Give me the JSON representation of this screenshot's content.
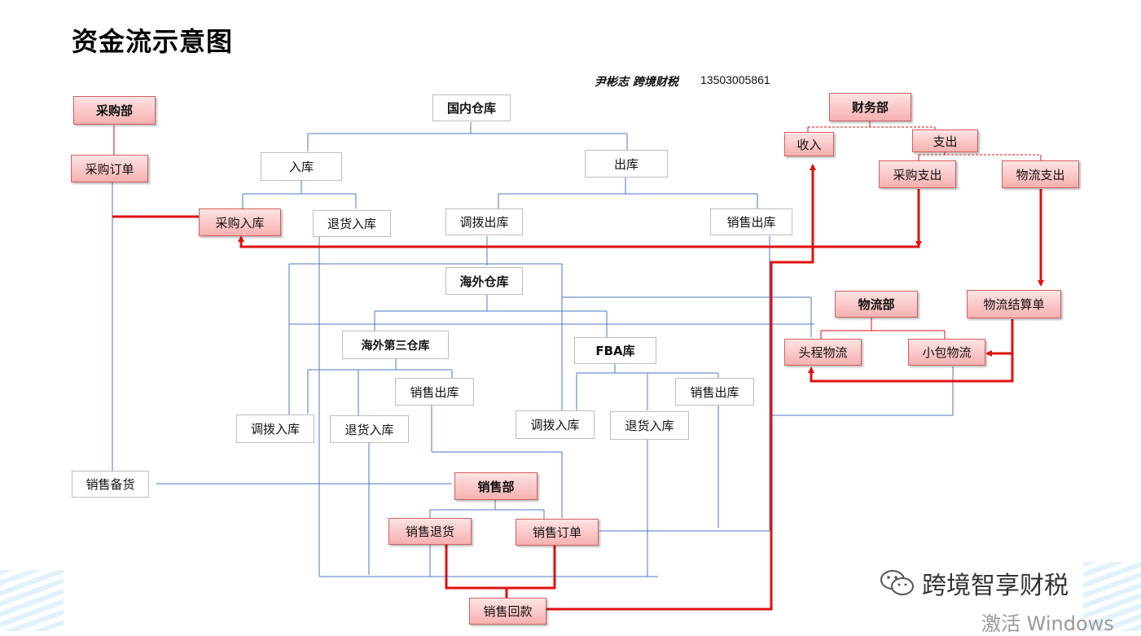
{
  "title": "资金流示意图",
  "author": "尹彬志 跨境财税",
  "author_phone": "13503005861",
  "colors": {
    "blue_line": "#4a78c4",
    "red_line": "#e01010",
    "red_box_border": "#d06060"
  },
  "nodes": {
    "domestic_wh": "国内仓库",
    "inbound": "入库",
    "outbound": "出库",
    "purchase_dept": "采购部",
    "purchase_order": "采购订单",
    "purchase_inbound": "采购入库",
    "return_inbound": "退货入库",
    "transfer_out": "调拨出库",
    "sales_out": "销售出库",
    "overseas_wh": "海外仓库",
    "third_party_wh": "海外第三仓库",
    "fba_wh": "FBA库",
    "tp_transfer_in": "调拨入库",
    "tp_return_in": "退货入库",
    "tp_sales_out": "销售出库",
    "fba_transfer_in": "调拨入库",
    "fba_return_in": "退货入库",
    "fba_sales_out": "销售出库",
    "sales_stock": "销售备货",
    "sales_dept": "销售部",
    "sales_return": "销售退货",
    "sales_order": "销售订单",
    "sales_receipt": "销售回款",
    "finance_dept": "财务部",
    "income": "收入",
    "expense": "支出",
    "purchase_expense": "采购支出",
    "logistics_expense": "物流支出",
    "logistics_dept": "物流部",
    "logistics_settle": "物流结算单",
    "headhaul": "头程物流",
    "parcel": "小包物流"
  },
  "watermark": {
    "brand": "跨境智享财税",
    "activate": "激活 Windows",
    "icon": "wechat-icon"
  }
}
